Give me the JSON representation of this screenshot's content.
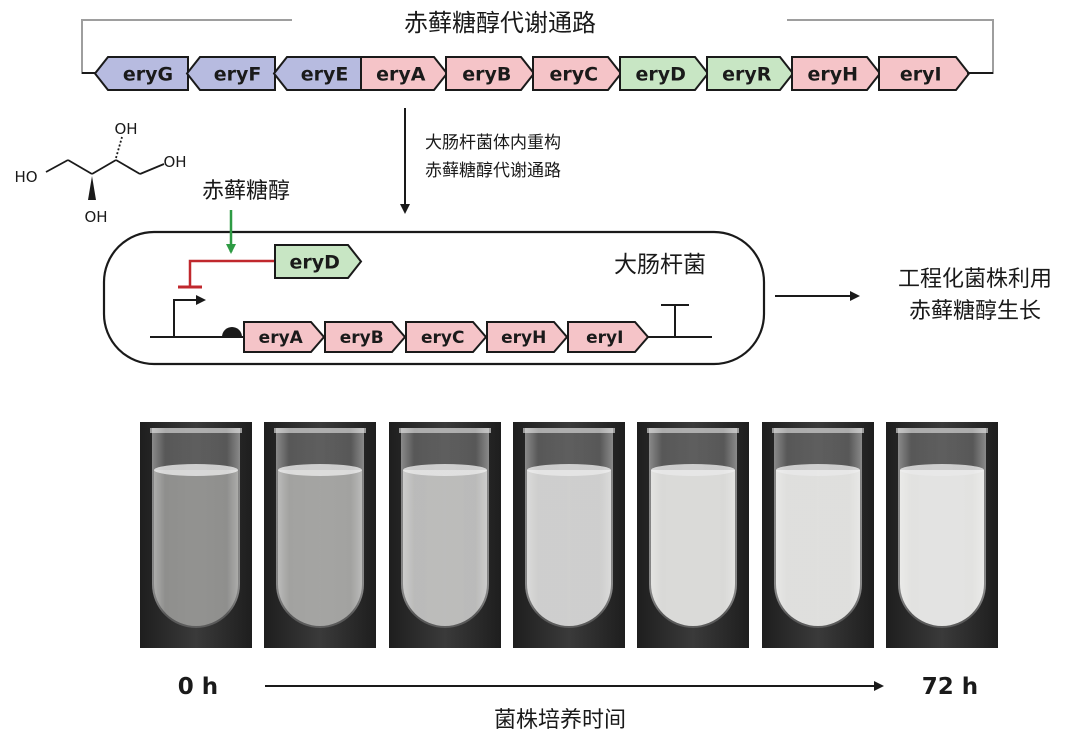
{
  "operon_title": "赤藓糖醇代谢通路",
  "native_cluster": {
    "genes": [
      {
        "name": "eryG",
        "dir": "left",
        "color": "#b7bbe0"
      },
      {
        "name": "eryF",
        "dir": "left",
        "color": "#b7bbe0"
      },
      {
        "name": "eryE",
        "dir": "left",
        "color": "#b7bbe0"
      },
      {
        "name": "eryA",
        "dir": "right",
        "color": "#f5c4c8"
      },
      {
        "name": "eryB",
        "dir": "right",
        "color": "#f5c4c8"
      },
      {
        "name": "eryC",
        "dir": "right",
        "color": "#f5c4c8"
      },
      {
        "name": "eryD",
        "dir": "right",
        "color": "#c8e6c4"
      },
      {
        "name": "eryR",
        "dir": "right",
        "color": "#c8e6c4"
      },
      {
        "name": "eryH",
        "dir": "right",
        "color": "#f5c4c8"
      },
      {
        "name": "eryI",
        "dir": "right",
        "color": "#f5c4c8"
      }
    ]
  },
  "reconstruction": {
    "line1": "大肠杆菌体内重构",
    "line2": "赤藓糖醇代谢通路"
  },
  "molecule": {
    "name": "赤藓糖醇",
    "oh_top": "OH",
    "oh_right": "OH",
    "oh_left": "HO",
    "oh_bottom": "OH"
  },
  "ecoli": {
    "label": "大肠杆菌",
    "regulator": {
      "name": "eryD",
      "color": "#c8e6c4"
    },
    "operon": [
      {
        "name": "eryA",
        "color": "#f5c4c8"
      },
      {
        "name": "eryB",
        "color": "#f5c4c8"
      },
      {
        "name": "eryC",
        "color": "#f5c4c8"
      },
      {
        "name": "eryH",
        "color": "#f5c4c8"
      },
      {
        "name": "eryI",
        "color": "#f5c4c8"
      }
    ]
  },
  "outcome": {
    "line1": "工程化菌株利用",
    "line2": "赤藓糖醇生长"
  },
  "tubes": {
    "turbidity": [
      0.0,
      0.25,
      0.55,
      0.75,
      0.85,
      0.9,
      0.95
    ]
  },
  "timeline": {
    "start": "0 h",
    "end": "72 h",
    "caption": "菌株培养时间"
  },
  "colors": {
    "inducer_arrow": "#2e9b44",
    "repressor": "#c0282d",
    "outline": "#1a1a1a"
  }
}
